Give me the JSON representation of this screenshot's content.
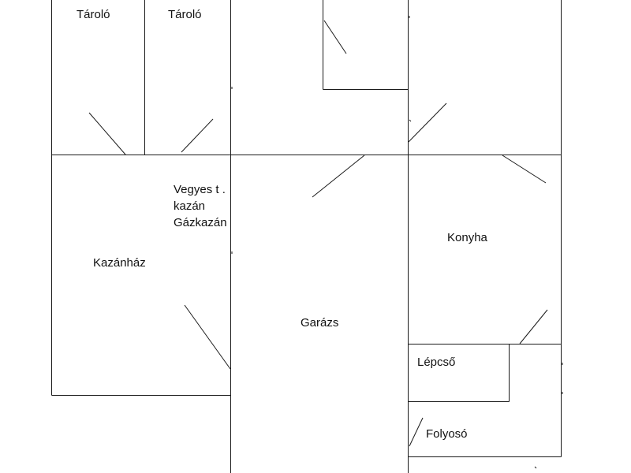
{
  "rooms": {
    "storage_left": "Tároló",
    "storage_right": "Tároló",
    "boiler_note_line1": "Vegyes t .",
    "boiler_note_line2": "kazán",
    "boiler_note_line3": "Gázkazán",
    "boiler_room": "Kazánház",
    "garage": "Garázs",
    "kitchen": "Konyha",
    "stairs": "Lépcső",
    "corridor": "Folyosó"
  }
}
